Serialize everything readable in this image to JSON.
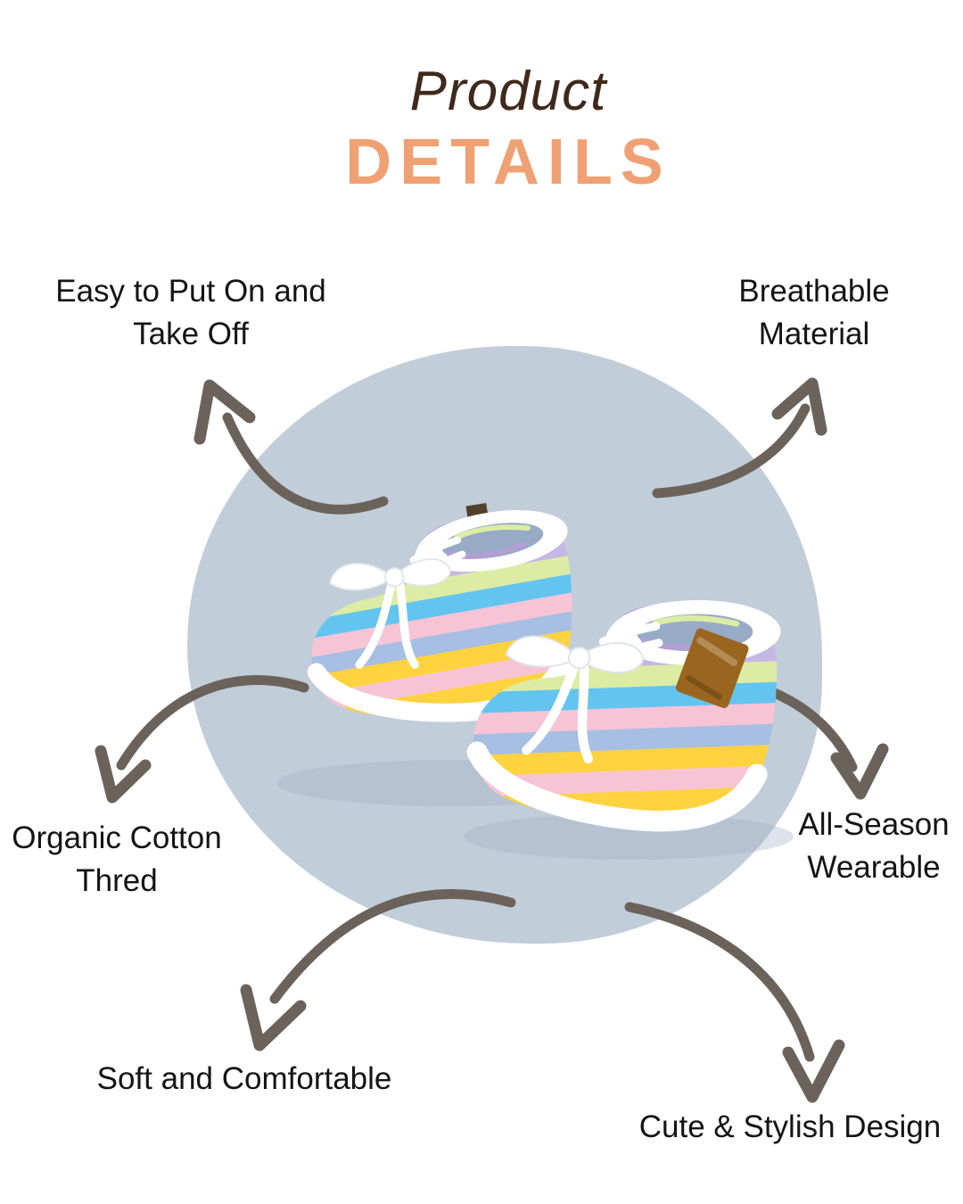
{
  "title": {
    "word_top": "Product",
    "word_bottom": "DETAILS"
  },
  "features": [
    {
      "name": "easy-on-off",
      "full": "Easy to Put On and Take Off",
      "lines": [
        "Easy to Put On and",
        "Take Off"
      ]
    },
    {
      "name": "breathable",
      "full": "Breathable Material",
      "lines": [
        "Breathable",
        "Material"
      ]
    },
    {
      "name": "organic-cotton",
      "full": "Organic Cotton Thred",
      "lines": [
        "Organic Cotton",
        "Thred"
      ]
    },
    {
      "name": "all-season",
      "full": "All-Season Wearable",
      "lines": [
        "All-Season",
        "Wearable"
      ]
    },
    {
      "name": "soft-comfortable",
      "full": "Soft and Comfortable",
      "lines": [
        "Soft and Comfortable"
      ]
    },
    {
      "name": "cute-stylish",
      "full": "Cute & Stylish Design",
      "lines": [
        "Cute & Stylish Design"
      ]
    }
  ],
  "product_image": {
    "description": "Pair of crochet baby booties with pastel rainbow stripes, white laces tied in bows and a small leather tag",
    "stripe_colors": [
      "#ffffff",
      "#b39ed6",
      "#ffffff",
      "#c6b6e4",
      "#ddeca4",
      "#63c5ef",
      "#f7c4d6",
      "#a6bfe3",
      "#ffd23f",
      "#f7c4d6",
      "#ffd23f",
      "#ffffff"
    ],
    "lace_color": "#ffffff",
    "cuff_interior": "#97abc7",
    "tag_color": "#9a661f"
  },
  "colors": {
    "title_top": "#40291c",
    "title_bottom": "#f0a173",
    "label_text": "#141414",
    "blob": "#c2cdda",
    "arrow": "#6b635b",
    "background": "#ffffff"
  }
}
